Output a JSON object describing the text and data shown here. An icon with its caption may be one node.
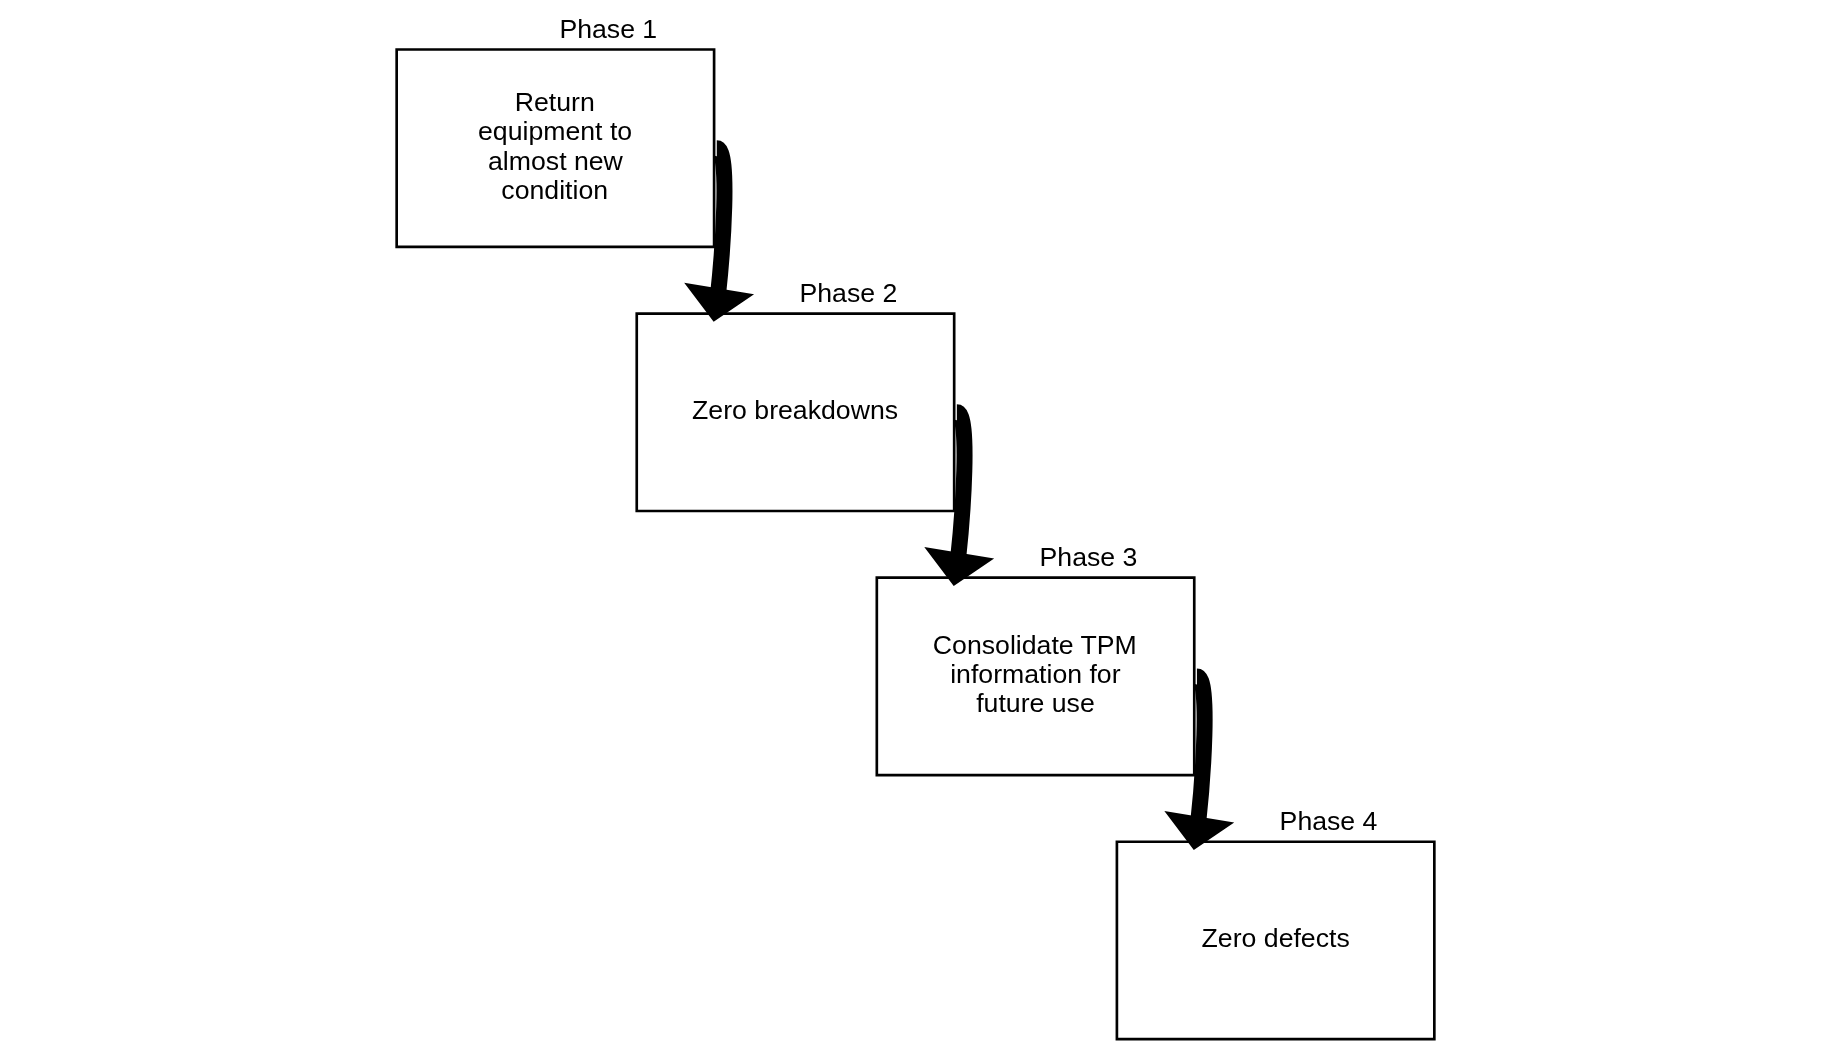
{
  "diagram": {
    "nodes": [
      {
        "text": [
          "Phase 1",
          "Return equipment to almost new condition"
        ]
      },
      {
        "text": [
          "Phase 2",
          "Zero breakdowns"
        ]
      },
      {
        "text": [
          "Phase 3",
          "Consolidate TPM information for future use"
        ]
      },
      {
        "text": [
          "Phase 4",
          "Zero defects"
        ]
      }
    ],
    "edges": [
      {
        "from": 0,
        "to": 1,
        "arrow": "to"
      },
      {
        "from": 1,
        "to": 2,
        "arrow": "to"
      },
      {
        "from": 2,
        "to": 3,
        "arrow": "to"
      }
    ]
  }
}
